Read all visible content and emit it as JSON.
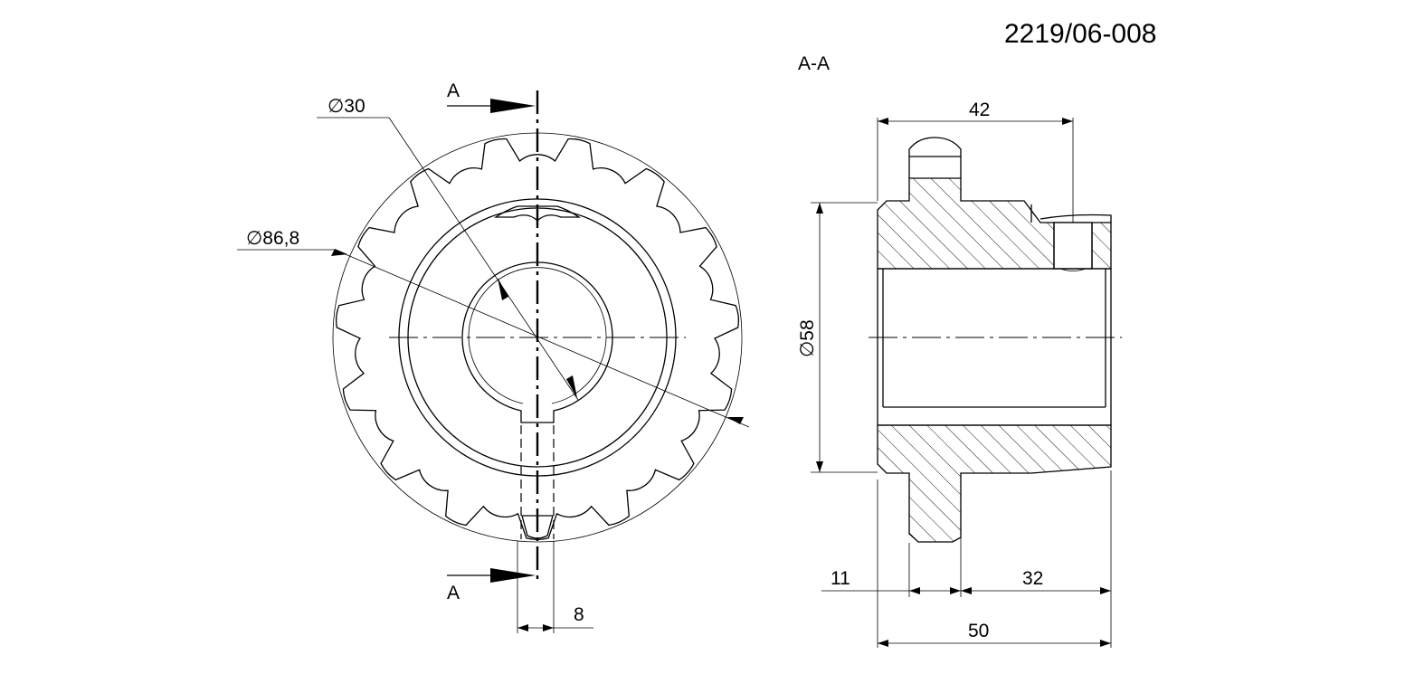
{
  "drawing": {
    "number": "2219/06-008",
    "section_title": "A-A",
    "section_marker_top": "A",
    "section_marker_bottom": "A",
    "dimensions": {
      "bore_diameter": "30",
      "tip_diameter": "86,8",
      "keyway_width": "8",
      "hub_length": "42",
      "outer_hub_diameter": "58",
      "tooth_offset": "11",
      "right_length": "32",
      "overall_length": "50"
    },
    "diameter_symbol": "∅"
  }
}
